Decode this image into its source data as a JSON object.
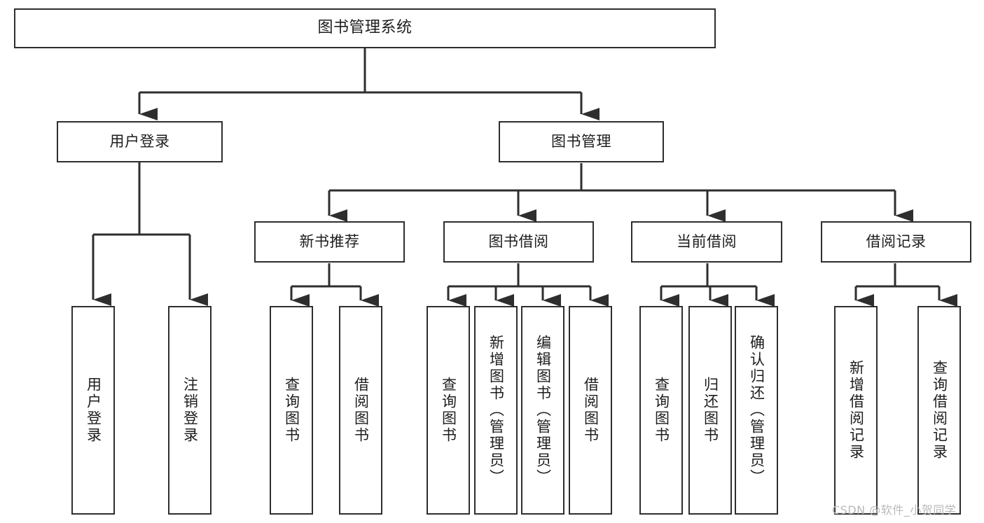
{
  "diagram": {
    "type": "tree",
    "title": "图书管理系统",
    "orientation": "top-down",
    "line_color": "#2e2e2e",
    "box_fill": "#ffffff",
    "text_color": "#1d1d1d",
    "nodes": {
      "root": {
        "label": "图书管理系统"
      },
      "level1": [
        {
          "id": "user-login",
          "label": "用户登录"
        },
        {
          "id": "book-manage",
          "label": "图书管理"
        }
      ],
      "level2": [
        {
          "id": "new-book-recommend",
          "label": "新书推荐",
          "parent": "book-manage"
        },
        {
          "id": "book-borrow",
          "label": "图书借阅",
          "parent": "book-manage"
        },
        {
          "id": "current-borrow",
          "label": "当前借阅",
          "parent": "book-manage"
        },
        {
          "id": "borrow-record",
          "label": "借阅记录",
          "parent": "book-manage"
        }
      ],
      "leaves": [
        {
          "id": "leaf-user-login",
          "label": "用户登录",
          "parent": "user-login"
        },
        {
          "id": "leaf-user-logout",
          "label": "注销登录",
          "parent": "user-login"
        },
        {
          "id": "leaf-query-book-1",
          "label": "查询图书",
          "parent": "new-book-recommend"
        },
        {
          "id": "leaf-borrow-book-1",
          "label": "借阅图书",
          "parent": "new-book-recommend"
        },
        {
          "id": "leaf-query-book-2",
          "label": "查询图书",
          "parent": "book-borrow"
        },
        {
          "id": "leaf-add-book",
          "label": "新增图书（管理员）",
          "parent": "book-borrow"
        },
        {
          "id": "leaf-edit-book",
          "label": "编辑图书（管理员）",
          "parent": "book-borrow"
        },
        {
          "id": "leaf-borrow-book-2",
          "label": "借阅图书",
          "parent": "book-borrow"
        },
        {
          "id": "leaf-query-book-3",
          "label": "查询图书",
          "parent": "current-borrow"
        },
        {
          "id": "leaf-return-book",
          "label": "归还图书",
          "parent": "current-borrow"
        },
        {
          "id": "leaf-confirm-return",
          "label": "确认归还（管理员）",
          "parent": "current-borrow"
        },
        {
          "id": "leaf-add-record",
          "label": "新增借阅记录",
          "parent": "borrow-record"
        },
        {
          "id": "leaf-query-record",
          "label": "查询借阅记录",
          "parent": "borrow-record"
        }
      ]
    }
  },
  "watermark": {
    "text": "CSDN @软件_小贺同学"
  }
}
